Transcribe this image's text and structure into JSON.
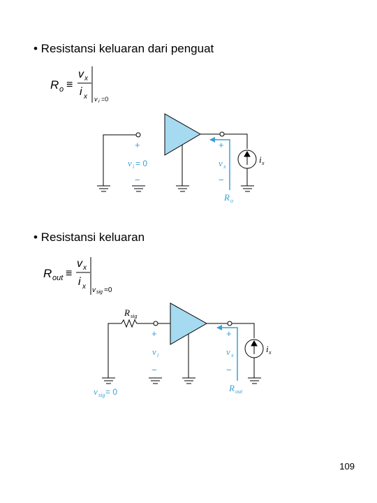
{
  "slide": {
    "bullet1": "• Resistansi keluaran dari penguat",
    "bullet2": "• Resistansi keluaran",
    "page_number": "109"
  },
  "formula1": {
    "lhs": "R",
    "lhs_sub": "o",
    "equiv": "≡",
    "num": "v",
    "num_sub": "x",
    "den": "i",
    "den_sub": "x",
    "cond": "v",
    "cond_sub": "i",
    "cond_val": "=0"
  },
  "formula2": {
    "lhs": "R",
    "lhs_sub": "out",
    "equiv": "≡",
    "num": "v",
    "num_sub": "x",
    "den": "i",
    "den_sub": "x",
    "cond": "v",
    "cond_sub": "sig",
    "cond_val": "=0"
  },
  "circuit1": {
    "plus": "+",
    "vi_label": "v",
    "vi_sub": "i",
    "vi_val": " = 0",
    "minus": "−",
    "vx_plus": "+",
    "vx_label": "v",
    "vx_sub": "x",
    "vx_minus": "−",
    "ix_label": "i",
    "ix_sub": "x",
    "ro_label": "R",
    "ro_sub": "o"
  },
  "circuit2": {
    "rsig_label": "R",
    "rsig_sub": "sig",
    "plus": "+",
    "vi_label": "v",
    "vi_sub": "i",
    "minus": "−",
    "vsig_label": "v",
    "vsig_sub": "sig",
    "vsig_val": " = 0",
    "vx_plus": "+",
    "vx_label": "v",
    "vx_sub": "x",
    "vx_minus": "−",
    "ix_label": "i",
    "ix_sub": "x",
    "rout_label": "R",
    "rout_sub": "out"
  },
  "colors": {
    "amp_fill": "#a6daf0",
    "accent": "#3a9fd6"
  }
}
